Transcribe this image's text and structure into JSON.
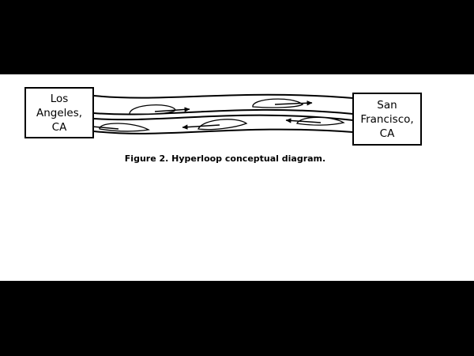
{
  "diagram": {
    "origin_city": "Los\nAngeles,\nCA",
    "destination_city": "San\nFrancisco,\nCA",
    "caption": "Figure 2. Hyperloop conceptual diagram."
  },
  "colors": {
    "background": "#000000",
    "panel": "#ffffff",
    "line": "#000000"
  }
}
